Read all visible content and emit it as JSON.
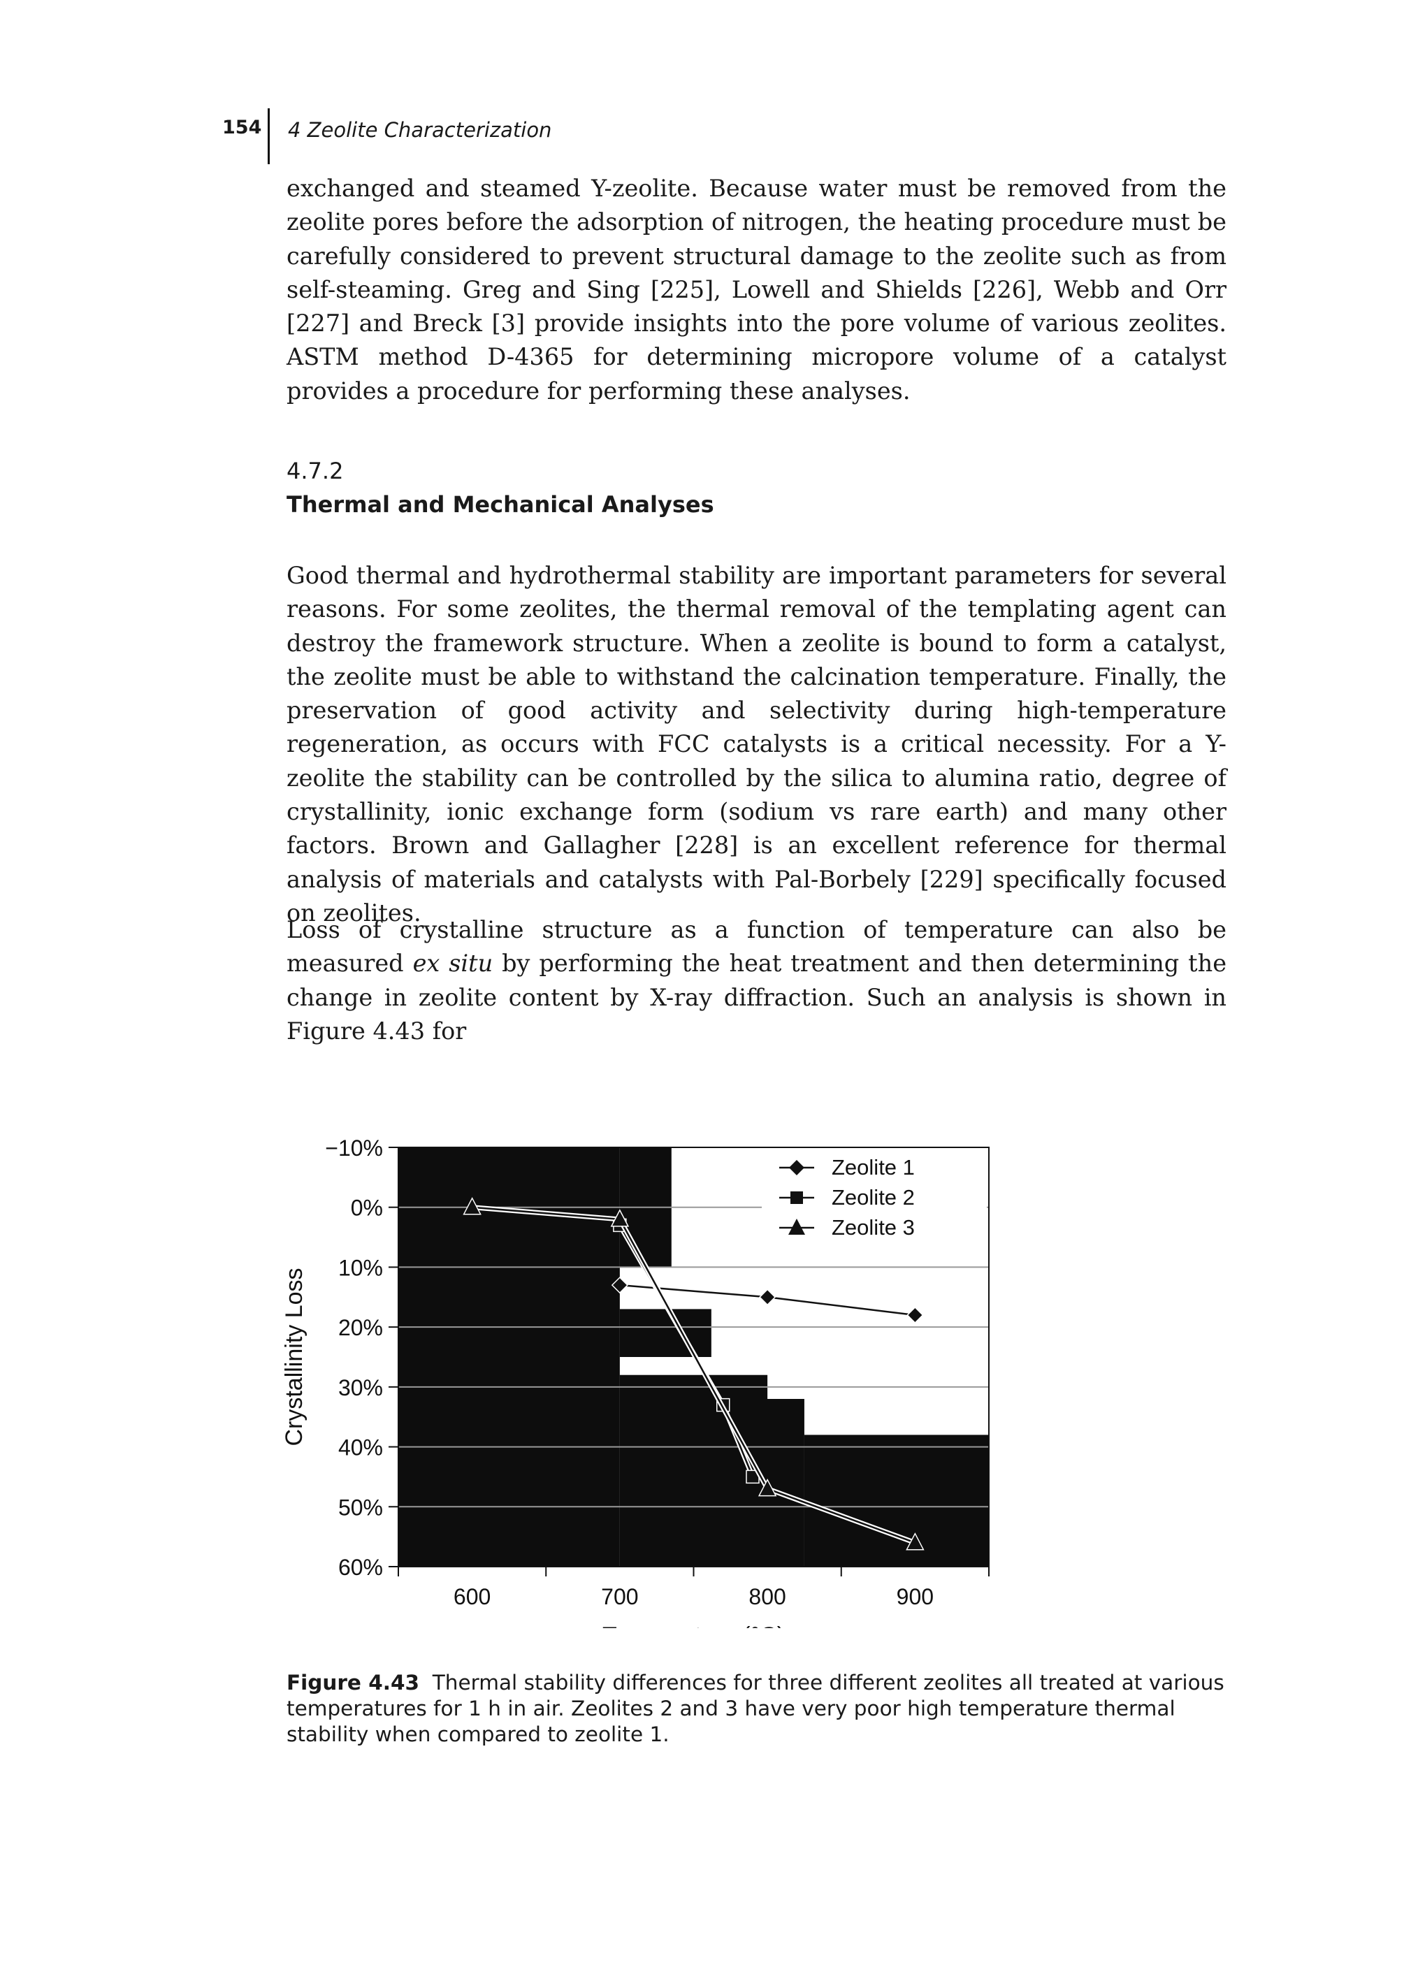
{
  "header": {
    "page_number": "154",
    "running_head": "4 Zeolite Characterization"
  },
  "paragraphs": {
    "p1": "exchanged and steamed Y-zeolite. Because water must be removed from the zeolite pores before the adsorption of nitrogen, the heating procedure must be carefully considered to prevent structural damage to the zeolite such as from self-steaming. Greg and Sing [225], Lowell and Shields [226], Webb and Orr [227] and Breck [3] provide insights into the pore volume of various zeolites. ASTM method D-4365 for determining micropore volume of a catalyst provides a procedure for performing these analyses.",
    "p2": "Good thermal and hydrothermal stability are important parameters for several reasons. For some zeolites, the thermal removal of the templating agent can destroy the framework structure. When a zeolite is bound to form a catalyst, the zeolite must be able to withstand the calcination temperature. Finally, the preservation of good activity and selectivity during high-temperature regeneration, as occurs with FCC catalysts is a critical necessity. For a Y-zeolite the stability can be controlled by the silica to alumina ratio, degree of crystallinity, ionic exchange form (sodium vs rare earth) and many other factors. Brown and Gallagher [228] is an excellent reference for thermal analysis of materials and catalysts with Pal-Borbely [229] specifically focused on zeolites.",
    "p3_before": "Loss of crystalline structure as a function of temperature can also be measured ",
    "p3_italic": "ex situ",
    "p3_after": " by performing the heat treatment and then determining the change in zeolite content by X-ray diffraction. Such an analysis is shown in Figure 4.43 for"
  },
  "section": {
    "number": "4.7.2",
    "title": "Thermal and Mechanical Analyses"
  },
  "caption": {
    "label": "Figure 4.43",
    "text": "Thermal stability differences for three different zeolites all treated at various temperatures for 1 h in air. Zeolites 2 and 3 have very poor high temperature thermal stability when compared to zeolite 1."
  },
  "chart_data": {
    "type": "line",
    "xlabel": "Temperature (°C)",
    "ylabel": "Crystallinity Loss",
    "xlim": [
      550,
      950
    ],
    "ylim": [
      -10,
      60
    ],
    "y_inverted": true,
    "x_ticks": [
      600,
      700,
      800,
      900
    ],
    "y_ticks": [
      -10,
      0,
      10,
      20,
      30,
      40,
      50,
      60
    ],
    "y_tick_labels": [
      "−10%",
      "0%",
      "10%",
      "20%",
      "30%",
      "40%",
      "50%",
      "60%"
    ],
    "legend_position": "top-right",
    "series": [
      {
        "name": "Zeolite 1",
        "marker": "diamond",
        "x": [
          700,
          800,
          900
        ],
        "y": [
          13,
          15,
          18
        ]
      },
      {
        "name": "Zeolite 2",
        "marker": "square",
        "x": [
          700,
          770,
          790
        ],
        "y": [
          3,
          33,
          45
        ]
      },
      {
        "name": "Zeolite 3",
        "marker": "triangle",
        "x": [
          600,
          700,
          800,
          900
        ],
        "y": [
          0,
          2,
          47,
          56
        ]
      }
    ]
  }
}
